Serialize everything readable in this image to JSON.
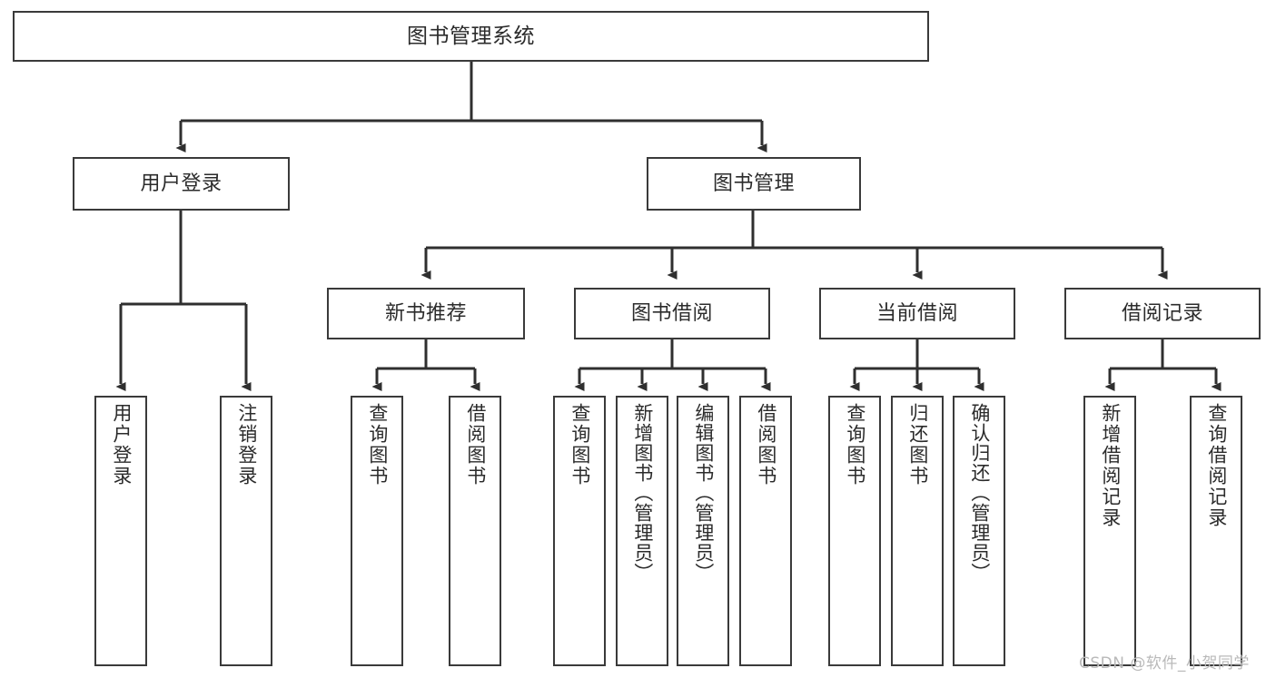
{
  "diagram": {
    "title": "图书管理系统",
    "type": "hierarchy-tree",
    "root": {
      "label": "图书管理系统"
    },
    "level2": [
      {
        "label": "用户登录"
      },
      {
        "label": "图书管理"
      }
    ],
    "level3": [
      {
        "label": "新书推荐"
      },
      {
        "label": "图书借阅"
      },
      {
        "label": "当前借阅"
      },
      {
        "label": "借阅记录"
      }
    ],
    "leaves": {
      "user_login": [
        {
          "label": "用户登录"
        },
        {
          "label": "注销登录"
        }
      ],
      "new_book": [
        {
          "label": "查询图书"
        },
        {
          "label": "借阅图书"
        }
      ],
      "book_borrow": [
        {
          "label": "查询图书"
        },
        {
          "label": "新增图书（管理员）"
        },
        {
          "label": "编辑图书（管理员）"
        },
        {
          "label": "借阅图书"
        }
      ],
      "current_borrow": [
        {
          "label": "查询图书"
        },
        {
          "label": "归还图书"
        },
        {
          "label": "确认归还（管理员）"
        }
      ],
      "borrow_record": [
        {
          "label": "新增借阅记录"
        },
        {
          "label": "查询借阅记录"
        }
      ]
    }
  },
  "watermark": {
    "text": "CSDN @软件_小贺同学"
  },
  "colors": {
    "border": "#3a3a3a",
    "edge": "#2f2f2f",
    "text": "#2b2b2b",
    "background": "#ffffff",
    "watermark": "#b9b9b9"
  }
}
